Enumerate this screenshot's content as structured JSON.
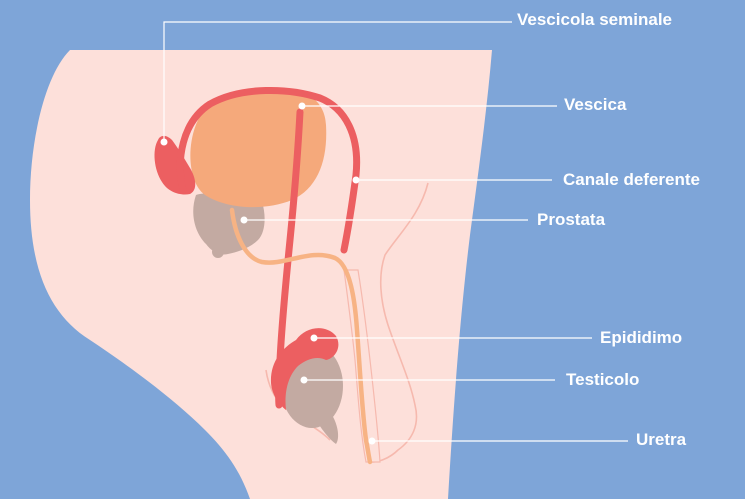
{
  "colors": {
    "background": "#7ea5d8",
    "skin": "#fde0da",
    "body_outline": "#f6b9ae",
    "bladder": "#f5a97b",
    "vas_deferens": "#ec5f61",
    "seminal_vesicle": "#ec5f61",
    "prostate": "#c3aaa2",
    "testicle": "#c3aaa2",
    "epididymis": "#ec5f61",
    "urethra": "#f7b384",
    "leader_line": "#ffffff",
    "label_text": "#ffffff"
  },
  "labels": {
    "vescicola_seminale": "Vescicola seminale",
    "vescica": "Vescica",
    "canale_deferente": "Canale deferente",
    "prostata": "Prostata",
    "epididimo": "Epididimo",
    "testicolo": "Testicolo",
    "uretra": "Uretra"
  }
}
